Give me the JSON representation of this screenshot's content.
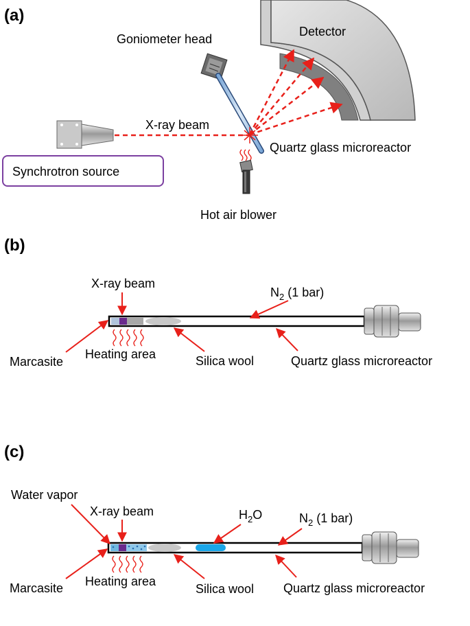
{
  "panels": {
    "a": {
      "label": "(a)",
      "detector": "Detector",
      "goniometer": "Goniometer head",
      "xray_beam": "X-ray beam",
      "source": "Synchrotron source",
      "reactor": "Quartz glass microreactor",
      "blower": "Hot air blower"
    },
    "b": {
      "label": "(b)",
      "xray_beam": "X-ray beam",
      "n2_main": "N",
      "n2_sub": "2",
      "n2_rest": " (1 bar)",
      "marcasite": "Marcasite",
      "heating": "Heating area",
      "silica": "Silica wool",
      "reactor": "Quartz glass microreactor"
    },
    "c": {
      "label": "(c)",
      "water_vapor": "Water vapor",
      "xray_beam": "X-ray beam",
      "h2o_h": "H",
      "h2o_sub": "2",
      "h2o_o": "O",
      "n2_main": "N",
      "n2_sub": "2",
      "n2_rest": " (1 bar)",
      "marcasite": "Marcasite",
      "heating": "Heating area",
      "silica": "Silica wool",
      "reactor": "Quartz glass microreactor"
    }
  },
  "colors": {
    "beam_red": "#e8201a",
    "source_box": "#7b3fa0",
    "marcasite_purple": "#6a2a8c",
    "water_blue": "#1aa6e8",
    "silica_gray": "#c8c8c8"
  }
}
